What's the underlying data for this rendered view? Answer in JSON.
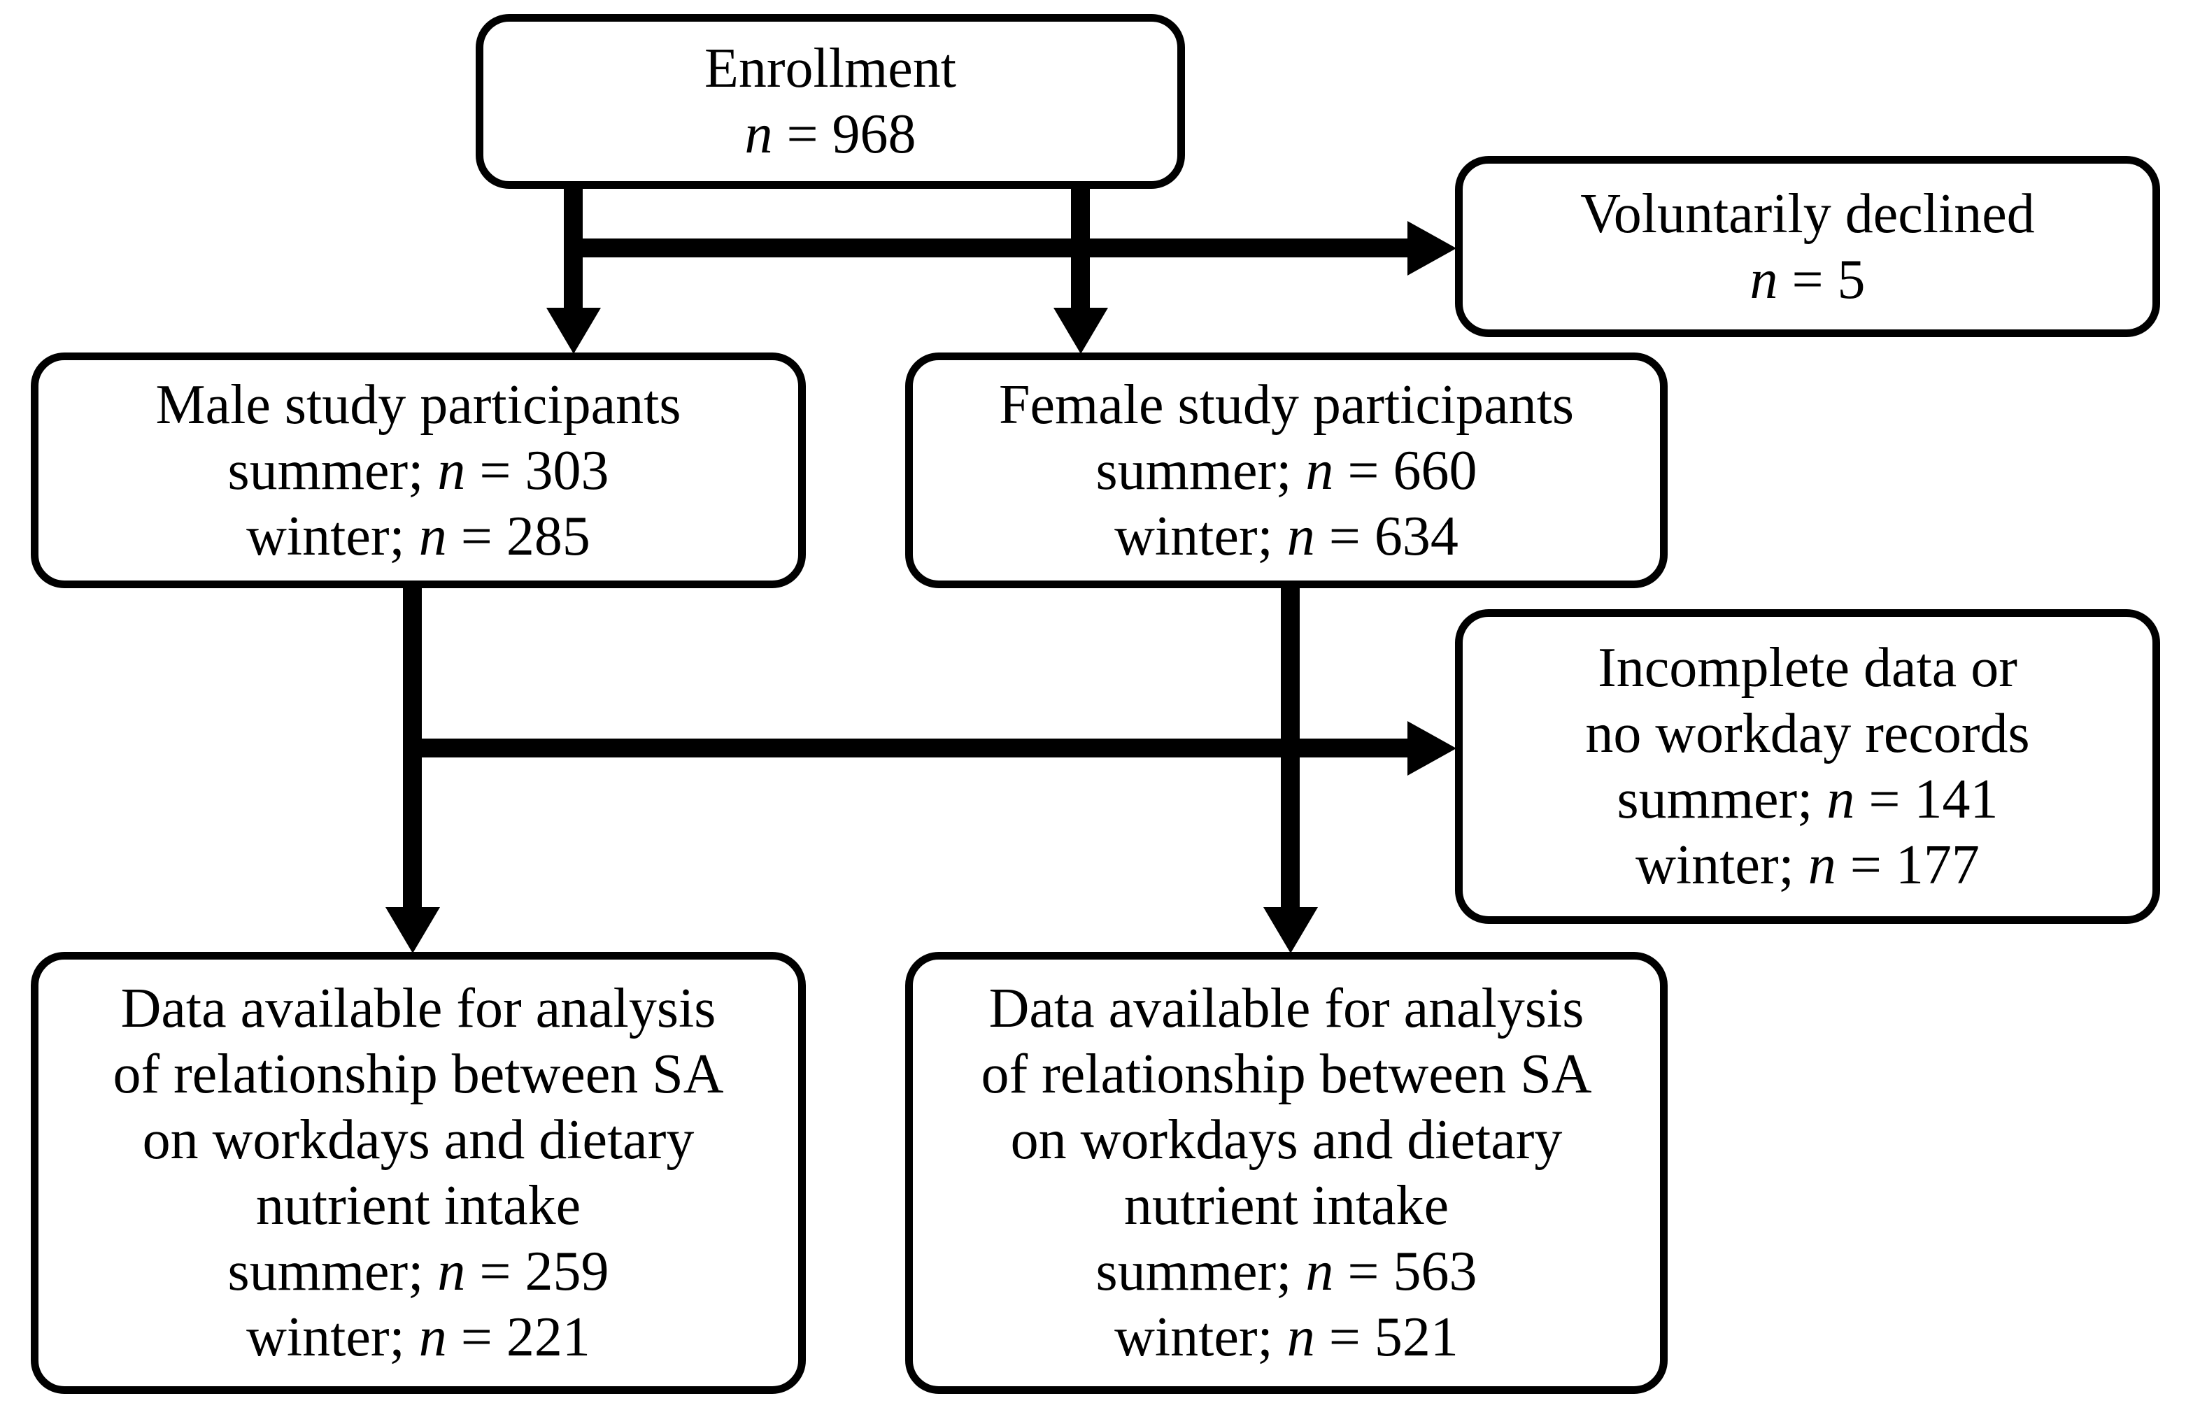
{
  "colors": {
    "background": "#ffffff",
    "line": "#000000",
    "text": "#000000"
  },
  "nodes": {
    "enrollment": {
      "titles": [
        "Enrollment"
      ],
      "stats": [
        {
          "pre": "",
          "var": "n",
          "post": " = 968"
        }
      ]
    },
    "declined": {
      "titles": [
        "Voluntarily declined"
      ],
      "stats": [
        {
          "pre": "",
          "var": "n",
          "post": " = 5"
        }
      ]
    },
    "male": {
      "titles": [
        "Male study participants"
      ],
      "stats": [
        {
          "pre": "summer; ",
          "var": "n",
          "post": " = 303"
        },
        {
          "pre": "winter; ",
          "var": "n",
          "post": " = 285"
        }
      ]
    },
    "female": {
      "titles": [
        "Female study participants"
      ],
      "stats": [
        {
          "pre": "summer; ",
          "var": "n",
          "post": " = 660"
        },
        {
          "pre": "winter; ",
          "var": "n",
          "post": " = 634"
        }
      ]
    },
    "incomplete": {
      "titles": [
        "Incomplete data or",
        "no workday records"
      ],
      "stats": [
        {
          "pre": "summer; ",
          "var": "n",
          "post": " = 141"
        },
        {
          "pre": "winter; ",
          "var": "n",
          "post": " = 177"
        }
      ]
    },
    "male_final": {
      "titles": [
        "Data available for analysis",
        "of relationship between SA",
        "on workdays and dietary",
        "nutrient intake"
      ],
      "stats": [
        {
          "pre": "summer; ",
          "var": "n",
          "post": " = 259"
        },
        {
          "pre": "winter; ",
          "var": "n",
          "post": " = 221"
        }
      ]
    },
    "female_final": {
      "titles": [
        "Data available for analysis",
        "of relationship between SA",
        "on workdays and dietary",
        "nutrient intake"
      ],
      "stats": [
        {
          "pre": "summer; ",
          "var": "n",
          "post": " = 563"
        },
        {
          "pre": "winter; ",
          "var": "n",
          "post": " = 521"
        }
      ]
    }
  },
  "edges": [
    {
      "from": "enrollment",
      "to": "male"
    },
    {
      "from": "enrollment",
      "to": "female"
    },
    {
      "from": "enrollment",
      "to": "declined"
    },
    {
      "from": "male",
      "to": "male_final"
    },
    {
      "from": "female",
      "to": "female_final"
    },
    {
      "from": "male_and_female",
      "to": "incomplete"
    }
  ]
}
